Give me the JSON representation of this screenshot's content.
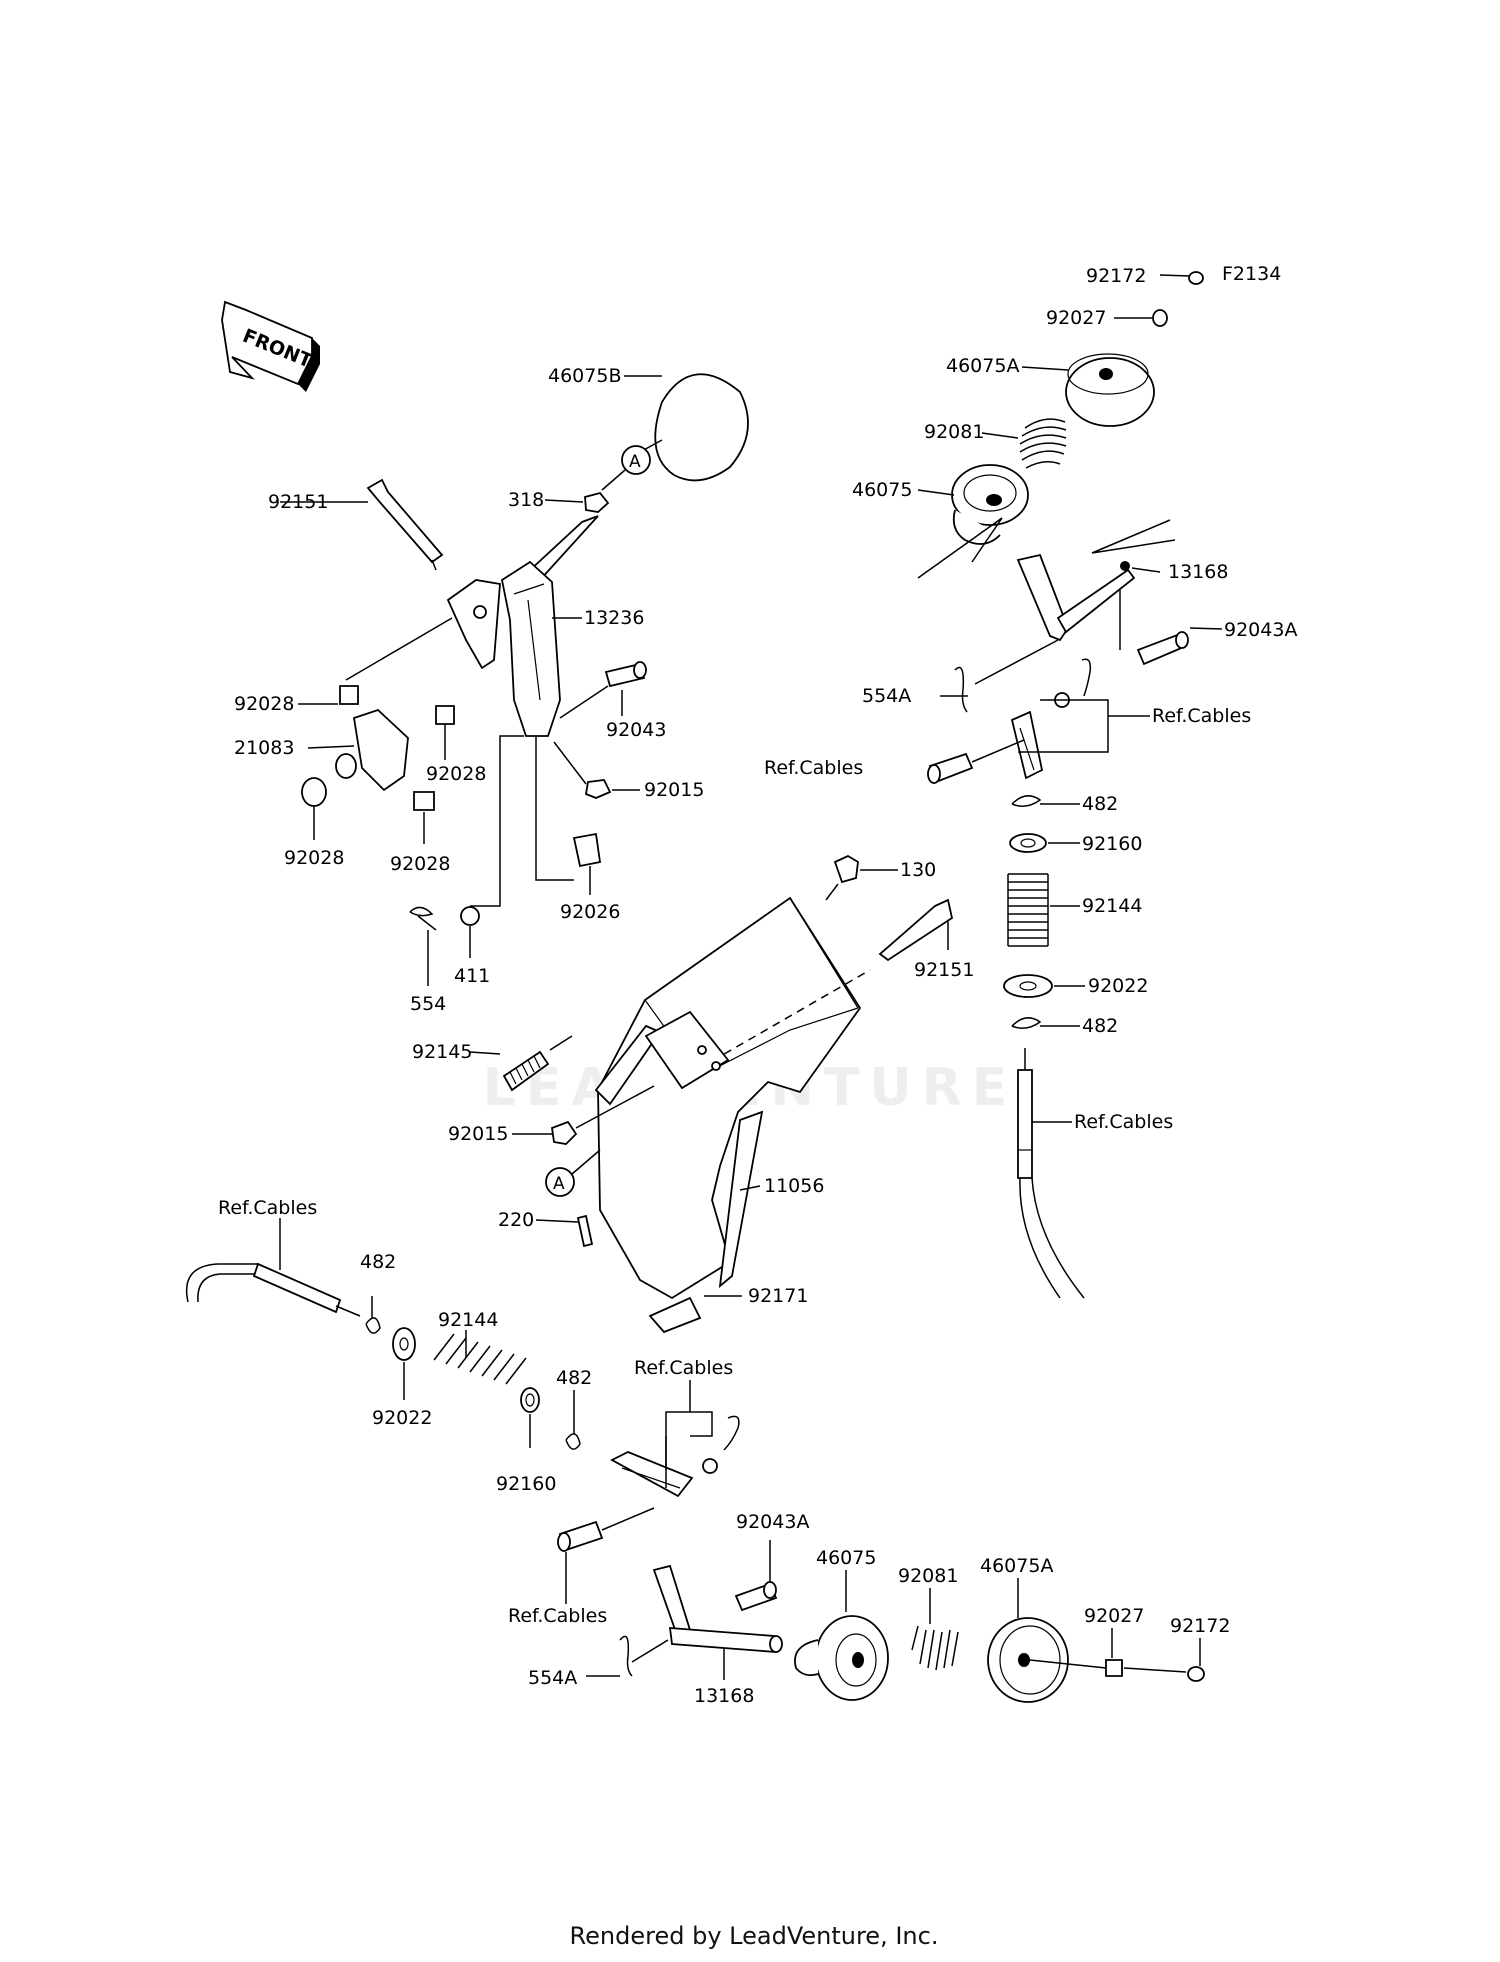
{
  "diagram": {
    "code": "F2134",
    "front_label": "FRONT",
    "callout_letter": "A",
    "footer": "Rendered by LeadVenture, Inc.",
    "watermark": "LEADVENTURE",
    "labels": {
      "l92172_top": "92172",
      "l92027_top": "92027",
      "l46075A_top": "46075A",
      "l92081_top": "92081",
      "l46075_top": "46075",
      "l13168_top": "13168",
      "l92043A_top": "92043A",
      "l554A_top": "554A",
      "lrefcables_tr": "Ref.Cables",
      "lrefcables_tl": "Ref.Cables",
      "l482_a": "482",
      "l92160_r": "92160",
      "l92144_r": "92144",
      "l92022_r": "92022",
      "l482_b": "482",
      "lrefcables_r": "Ref.Cables",
      "l46075B": "46075B",
      "l318": "318",
      "l92151_l": "92151",
      "l13236": "13236",
      "l92028_a": "92028",
      "l21083": "21083",
      "l92028_b": "92028",
      "l92028_c": "92028",
      "l92028_d": "92028",
      "l92043": "92043",
      "l92015_a": "92015",
      "l92026": "92026",
      "l411": "411",
      "l554": "554",
      "l130": "130",
      "l92151_r": "92151",
      "l92145": "92145",
      "l92015_b": "92015",
      "l11056": "11056",
      "l220": "220",
      "l92171": "92171",
      "lrefcables_l": "Ref.Cables",
      "l482_c": "482",
      "l92144_b": "92144",
      "l92022_b": "92022",
      "l92160_b": "92160",
      "l482_d": "482",
      "lrefcables_b": "Ref.Cables",
      "l92043A_b": "92043A",
      "lrefcables_b2": "Ref.Cables",
      "l46075_b": "46075",
      "l92081_b": "92081",
      "l46075A_b": "46075A",
      "l92027_b": "92027",
      "l92172_b": "92172",
      "l554A_b": "554A",
      "l13168_b": "13168"
    }
  }
}
